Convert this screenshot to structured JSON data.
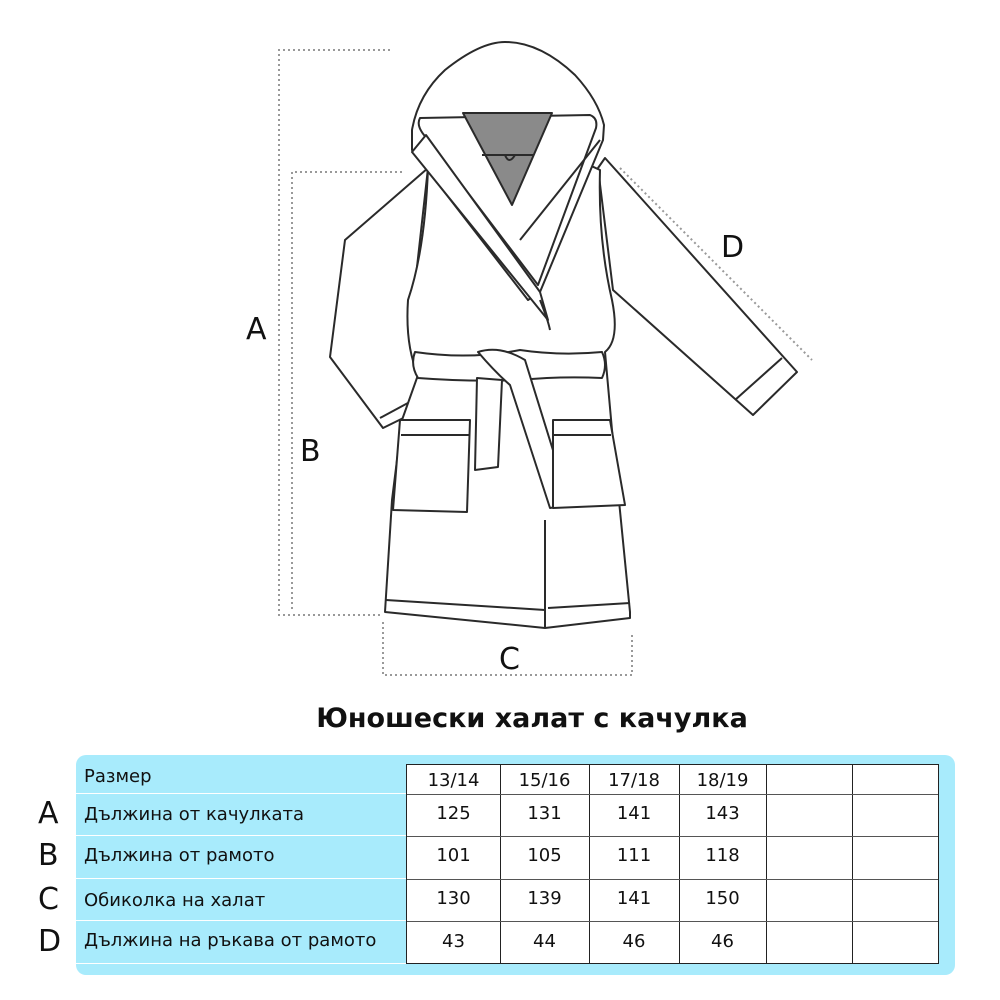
{
  "figure": {
    "dimension_labels": {
      "a": "A",
      "b": "B",
      "c": "C",
      "d": "D"
    }
  },
  "title": "Юношески халат с качулка",
  "table": {
    "header_label": "Размер",
    "sizes": [
      "13/14",
      "15/16",
      "17/18",
      "18/19",
      "",
      ""
    ],
    "rows": [
      {
        "letter": "A",
        "label": "Дължина от качулката",
        "values": [
          "125",
          "131",
          "141",
          "143",
          "",
          ""
        ]
      },
      {
        "letter": "B",
        "label": "Дължина от рамото",
        "values": [
          "101",
          "105",
          "111",
          "118",
          "",
          ""
        ]
      },
      {
        "letter": "C",
        "label": "Обиколка на халат",
        "values": [
          "130",
          "139",
          "141",
          "150",
          "",
          ""
        ]
      },
      {
        "letter": "D",
        "label": "Дължина на ръкава от рамото",
        "values": [
          "43",
          "44",
          "46",
          "46",
          "",
          ""
        ]
      }
    ]
  },
  "colors": {
    "panel": "#a8ebfc",
    "lining": "#8a8a8a"
  }
}
